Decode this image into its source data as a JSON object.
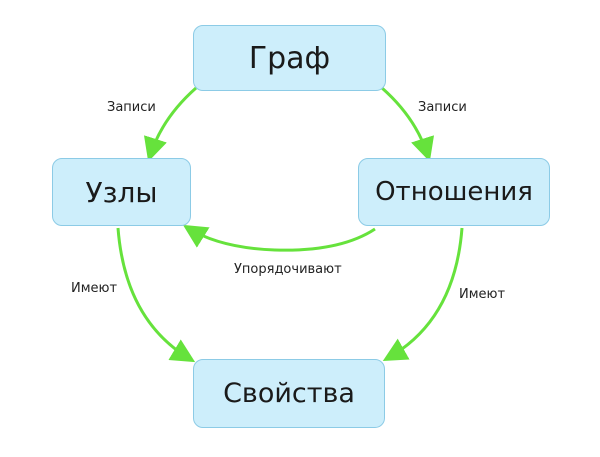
{
  "nodes": {
    "graph": "Граф",
    "nodes": "Узлы",
    "relations": "Отношения",
    "properties": "Свойства"
  },
  "edges": {
    "records_left": "Записи",
    "records_right": "Записи",
    "orders": "Упорядочивают",
    "have_left": "Имеют",
    "have_right": "Имеют"
  },
  "colors": {
    "node_fill": "#cdeefb",
    "node_border": "#8ccbe6",
    "arrow": "#66e23c",
    "text": "#1a1a1a"
  }
}
